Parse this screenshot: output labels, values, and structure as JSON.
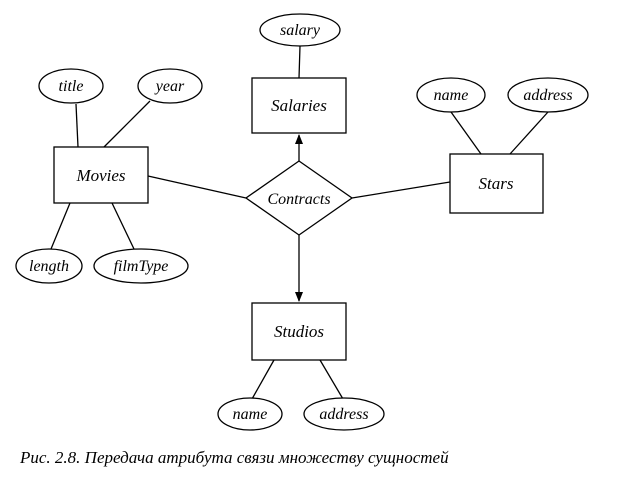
{
  "diagram": {
    "entities": {
      "movies": "Movies",
      "salaries": "Salaries",
      "stars": "Stars",
      "studios": "Studios"
    },
    "relationship": "Contracts",
    "attributes": {
      "movies_title": "title",
      "movies_year": "year",
      "movies_length": "length",
      "movies_filmtype": "filmType",
      "salaries_salary": "salary",
      "stars_name": "name",
      "stars_address": "address",
      "studios_name": "name",
      "studios_address": "address"
    }
  },
  "caption": "Рис. 2.8. Передача атрибута связи множеству сущностей"
}
